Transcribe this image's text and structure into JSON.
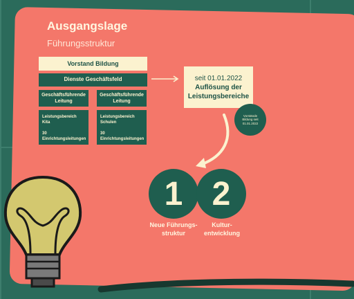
{
  "title": "Ausgangslage",
  "subtitle": "Führungsstruktur",
  "org": {
    "board": "Vorstand Bildung",
    "service": "Dienste Geschäftsfeld",
    "managers": [
      "Geschäftsführende Leitung",
      "Geschäftsführende Leitung"
    ],
    "areas": [
      {
        "line1": "Leistungsbereich",
        "line2": "Kita",
        "line3": "30",
        "line4": "Einrichtungsleitungen"
      },
      {
        "line1": "Leistungsbereich",
        "line2": "Schulen",
        "line3": "30",
        "line4": "Einrichtungsleitungen"
      }
    ]
  },
  "info": {
    "line1": "seit 01.01.2022",
    "line2": "Auflösung der",
    "line3": "Leistungsbereiche"
  },
  "badge": {
    "line1": "Vorstände",
    "line2": "Bildung seit",
    "line3": "01.01.2022"
  },
  "steps": [
    {
      "number": "1",
      "label_line1": "Neue Führungs-",
      "label_line2": "struktur"
    },
    {
      "number": "2",
      "label_line1": "Kultur-",
      "label_line2": "entwicklung"
    }
  ],
  "colors": {
    "background": "#2b6b5b",
    "card": "#f4776a",
    "cream": "#fbf2cf",
    "dark_green": "#1f5e4f",
    "bulb": "#d3c86f"
  },
  "icons": [
    "lightbulb-icon",
    "arrow-right-icon",
    "curved-arrow-icon"
  ]
}
